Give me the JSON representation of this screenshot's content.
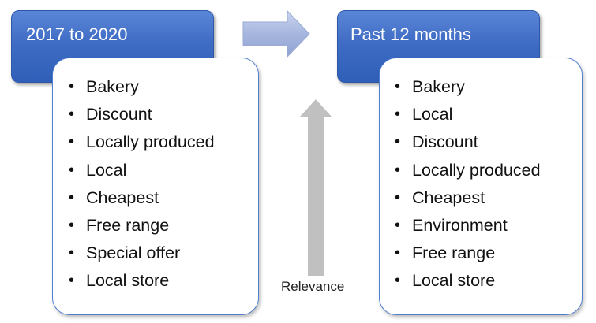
{
  "left_panel": {
    "title": "2017 to 2020",
    "items": [
      "Bakery",
      "Discount",
      "Locally produced",
      "Local",
      "Cheapest",
      "Free range",
      "Special offer",
      "Local store"
    ]
  },
  "right_panel": {
    "title": "Past 12 months",
    "items": [
      "Bakery",
      "Local",
      "Discount",
      "Locally produced",
      "Cheapest",
      "Environment",
      "Free range",
      "Local store"
    ]
  },
  "relevance_label": "Relevance",
  "colors": {
    "header_blue": "#3f6cc4",
    "box_border": "#4f7ed0",
    "arrow_right": "#a8b8e0",
    "arrow_up": "#c0c0c0"
  }
}
